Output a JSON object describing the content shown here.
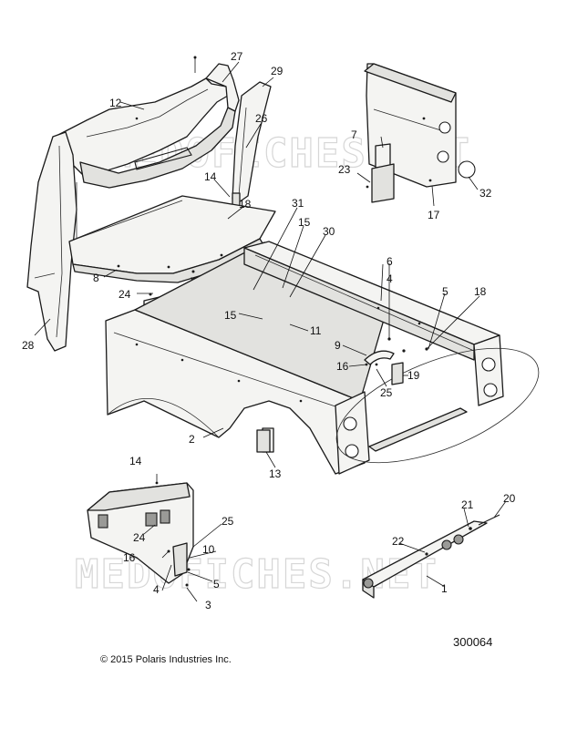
{
  "watermark": "MEDOFICHES.NET",
  "figure_number": "300064",
  "copyright": "© 2015 Polaris Industries Inc.",
  "callouts": {
    "c1": "1",
    "c2": "2",
    "c3": "3",
    "c4a": "4",
    "c4b": "4",
    "c5a": "5",
    "c5b": "5",
    "c6": "6",
    "c7": "7",
    "c8": "8",
    "c9": "9",
    "c10": "10",
    "c11": "11",
    "c12": "12",
    "c13": "13",
    "c14a": "14",
    "c14b": "14",
    "c15a": "15",
    "c15b": "15",
    "c16a": "16",
    "c16b": "16",
    "c17": "17",
    "c18a": "18",
    "c18b": "18",
    "c19": "19",
    "c20": "20",
    "c21": "21",
    "c22": "22",
    "c23": "23",
    "c24a": "24",
    "c24b": "24",
    "c25a": "25",
    "c25b": "25",
    "c26": "26",
    "c27": "27",
    "c28": "28",
    "c29": "29",
    "c30": "30",
    "c31": "31",
    "c32": "32"
  }
}
